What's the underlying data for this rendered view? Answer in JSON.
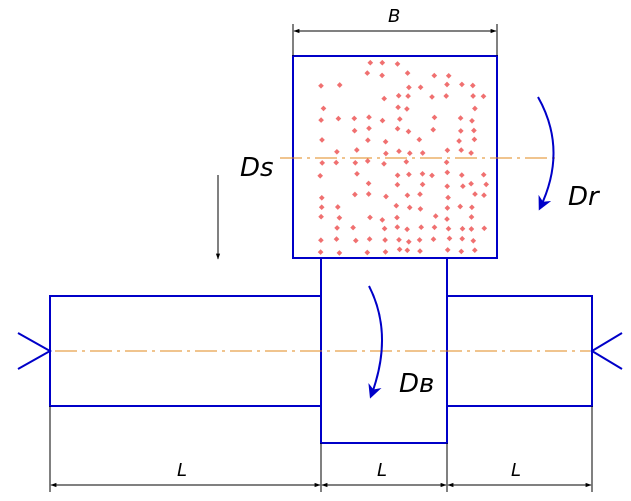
{
  "labels": {
    "width_b": "B",
    "ds": "Ds",
    "dr": "Dr",
    "db": "Dв",
    "len_left": "L",
    "len_mid": "L",
    "len_right": "L"
  },
  "colors": {
    "outline": "#0000c8",
    "axis": "#e08a1e",
    "points": "#f07070",
    "dimension": "#000000"
  }
}
